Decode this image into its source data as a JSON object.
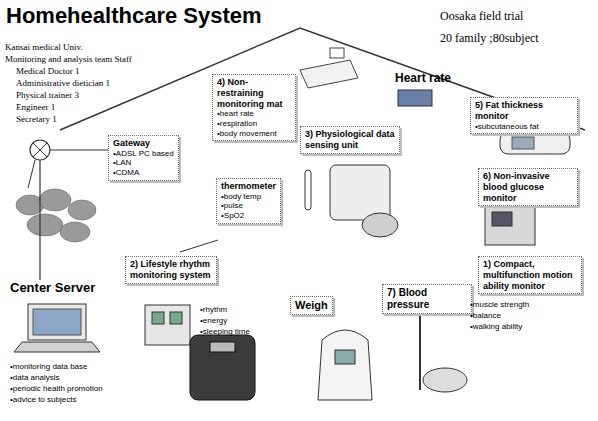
{
  "diagram": {
    "title": "Homehealthcare System",
    "nodes": [
      {
        "text": [
          "4) Non-restraining monitoring mat",
          "•heart rate",
          "•respiration",
          "•body movement"
        ]
      },
      {
        "text": [
          "5) Fat thickness monitor",
          "•subcutaneous fat"
        ]
      },
      {
        "text": [
          "Gateway",
          "•ADSL PC based",
          "•LAN",
          "•CDMA"
        ]
      },
      {
        "text": [
          "3) Physiological data sensing unit"
        ]
      },
      {
        "text": [
          "thermometer",
          "•body temp",
          "•pulse",
          "•SpO2"
        ]
      },
      {
        "text": [
          "6) Non-invasive blood glucose monitor"
        ]
      },
      {
        "text": [
          "Center Server"
        ]
      },
      {
        "text": [
          "2) Lifestyle rhythm monitoring system"
        ]
      },
      {
        "text": [
          "1) Compact, multifunction motion ability monitor"
        ]
      },
      {
        "text": [
          "Weigh"
        ]
      },
      {
        "text": [
          "7) Blood pressure"
        ]
      }
    ],
    "edges": [
      {
        "from": 2,
        "to": 6,
        "arrow": "none"
      }
    ],
    "labels": [
      "Oosaka field trial",
      "20 family ;80subject",
      "Kansai medical Univ.",
      "Monitoring and analysis team Staff",
      "Medical Doctor 1",
      "Administrative dietician 1",
      "Physical trainer 3",
      "Engineer 1",
      "Secretary 1",
      "Heart rate",
      "•monitoring data base",
      "•data analysis",
      "•periodic health promotion",
      "•advice to subjects",
      "•rhythm",
      "•energy",
      "•sleeping time",
      "•muscle strength",
      "•balance",
      "•walking ability"
    ]
  }
}
